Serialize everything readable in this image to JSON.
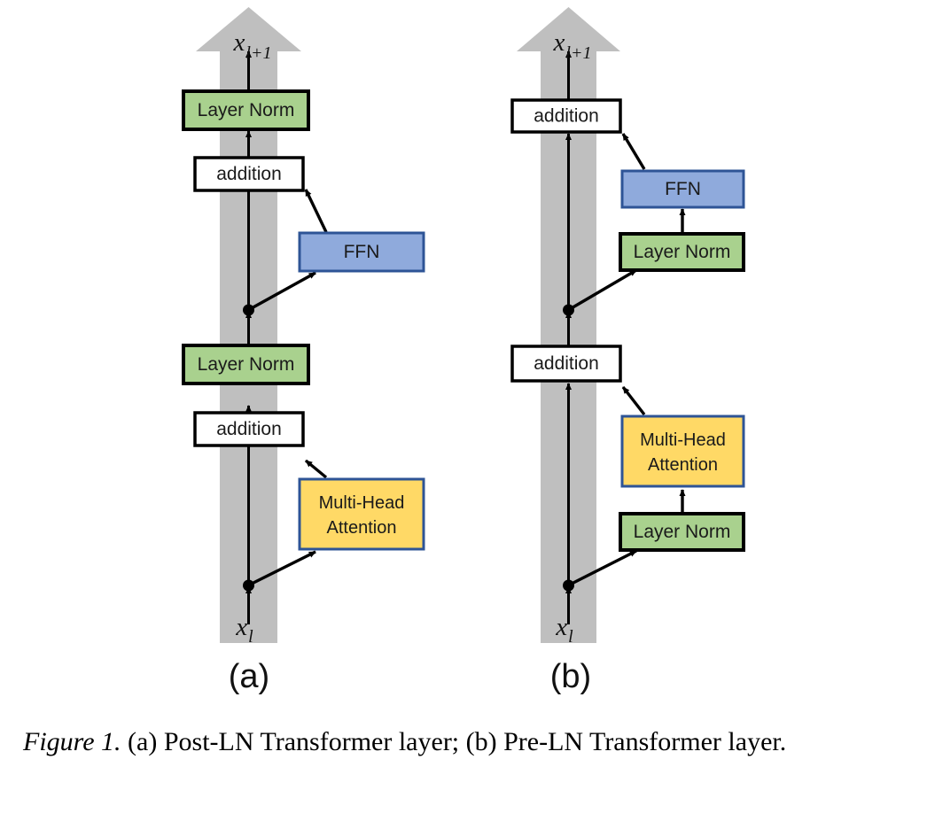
{
  "figure": {
    "caption_label": "Figure 1.",
    "caption_text": " (a) Post-LN Transformer layer; (b) Pre-LN Transformer layer.",
    "panels": [
      {
        "id": "a",
        "label": "(a)",
        "name": "Post-LN Transformer layer",
        "input_var": "x",
        "input_sub": "l",
        "output_var": "x",
        "output_sub": "l+1",
        "blocks": [
          {
            "id": "a-layer-norm-top",
            "label": "Layer Norm",
            "kind": "layer-norm"
          },
          {
            "id": "a-addition-top",
            "label": "addition",
            "kind": "addition"
          },
          {
            "id": "a-ffn",
            "label": "FFN",
            "kind": "ffn"
          },
          {
            "id": "a-layer-norm-bottom",
            "label": "Layer Norm",
            "kind": "layer-norm"
          },
          {
            "id": "a-addition-bottom",
            "label": "addition",
            "kind": "addition"
          },
          {
            "id": "a-multi-head-attention",
            "label_line1": "Multi-Head",
            "label_line2": "Attention",
            "kind": "attention"
          }
        ]
      },
      {
        "id": "b",
        "label": "(b)",
        "name": "Pre-LN Transformer layer",
        "input_var": "x",
        "input_sub": "l",
        "output_var": "x",
        "output_sub": "l+1",
        "blocks": [
          {
            "id": "b-addition-top",
            "label": "addition",
            "kind": "addition"
          },
          {
            "id": "b-ffn",
            "label": "FFN",
            "kind": "ffn"
          },
          {
            "id": "b-layer-norm-ffn",
            "label": "Layer Norm",
            "kind": "layer-norm"
          },
          {
            "id": "b-addition-bottom",
            "label": "addition",
            "kind": "addition"
          },
          {
            "id": "b-multi-head-attention",
            "label_line1": "Multi-Head",
            "label_line2": "Attention",
            "kind": "attention"
          },
          {
            "id": "b-layer-norm-attn",
            "label": "Layer Norm",
            "kind": "layer-norm"
          }
        ]
      }
    ],
    "colors": {
      "layer_norm_fill": "#a9d18e",
      "layer_norm_stroke": "#000000",
      "addition_fill": "#ffffff",
      "addition_stroke": "#000000",
      "ffn_fill": "#8faadc",
      "ffn_stroke": "#2e5496",
      "attention_fill": "#ffd966",
      "attention_stroke": "#2e5496",
      "residual_stream": "#bfbfbf",
      "arrow": "#000000",
      "background": "#ffffff"
    }
  }
}
